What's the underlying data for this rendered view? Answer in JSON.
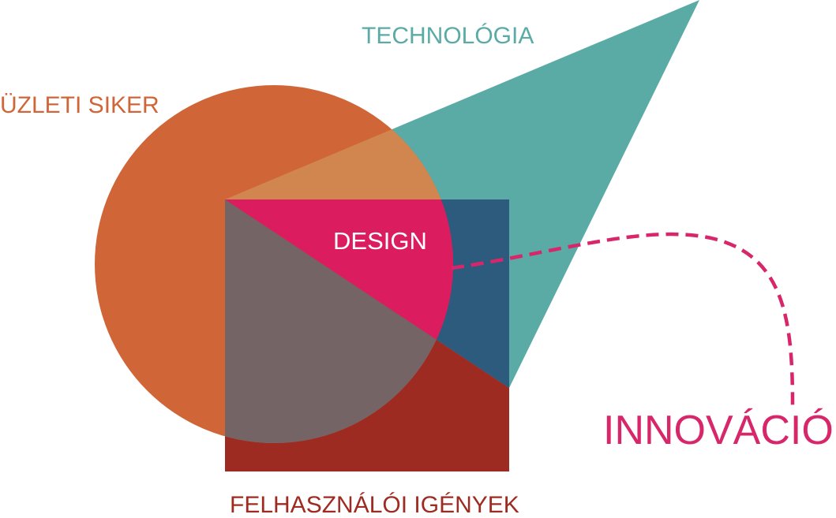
{
  "labels": {
    "business": "ÜZLETI SIKER",
    "technology": "TECHNOLÓGIA",
    "user_needs": "FELHASZNÁLÓI IGÉNYEK",
    "design": "DESIGN",
    "innovation": "INNOVÁCIÓ"
  },
  "colors": {
    "business": "#D06637",
    "technology": "#5AABA6",
    "user_needs": "#9E2B22",
    "business_technology": "#D18650",
    "technology_user": "#2D5B7D",
    "business_user": "#746466",
    "design": "#DB1C5F",
    "innovation": "#D8266A"
  },
  "icons": {
    "business": "circle-shape",
    "technology": "triangle-shape",
    "user_needs": "square-shape",
    "innovation_link": "dashed-curve"
  }
}
